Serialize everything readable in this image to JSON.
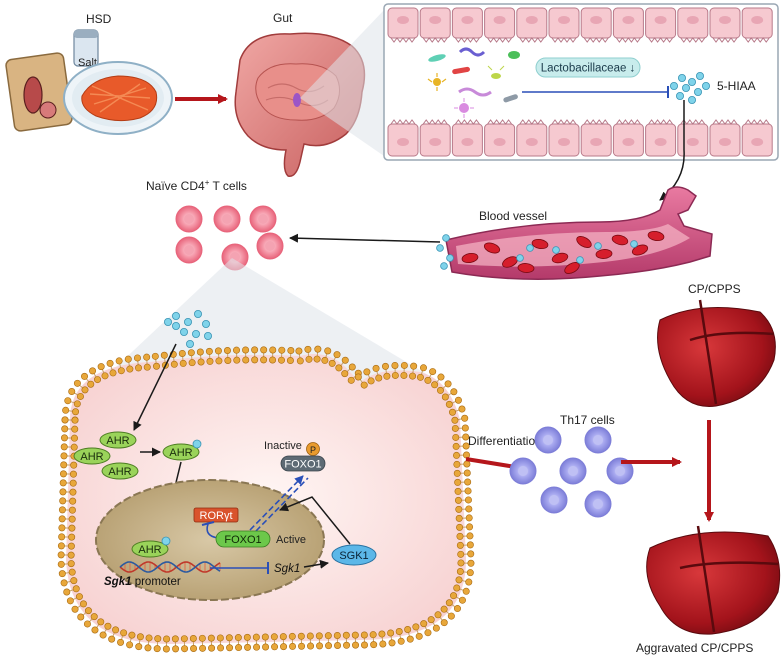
{
  "labels": {
    "hsd": "HSD",
    "salt": "Salt",
    "gut": "Gut",
    "lactobacillaceae": "Lactobacillaceae ↓",
    "five_hiaa": "5-HIAA",
    "blood_vessel": "Blood vessel",
    "naive_cd4_prefix": "Naïve CD4",
    "naive_cd4_sup": "+",
    "naive_cd4_suffix": " T cells",
    "cp_cpps": "CP/CPPS",
    "aggravated_cp_cpps": "Aggravated CP/CPPS",
    "differentiation": "Differentiation",
    "th17_cells": "Th17 cells",
    "ahr": "AHR",
    "inactive": "Inactive",
    "p": "P",
    "foxo1": "FOXO1",
    "ror": "RORγt",
    "active": "Active",
    "sgk1_italic": "Sgk1",
    "sgk1_promoter_suffix": " promoter",
    "sgk1_protein": "SGK1"
  },
  "colors": {
    "arrow_red": "#b5161b",
    "arrow_black": "#1a1a1a",
    "arrow_blue": "#2a4fb8",
    "ahr_green": "#9ad35a",
    "foxo1_gray": "#5d6a74",
    "foxo1_active": "#6cc84a",
    "ror_red": "#d9532c",
    "sgk1_blue": "#5cb7e8",
    "metabolite_blue": "#7fd3ea",
    "naive_pink": "#f27c91",
    "th17_purple": "#8c8de0",
    "liver_red": "#b5121b",
    "cell_pink": "#fbe5e5",
    "nucleus_tan": "#c9b48d",
    "membrane_orange": "#e8a73a"
  }
}
